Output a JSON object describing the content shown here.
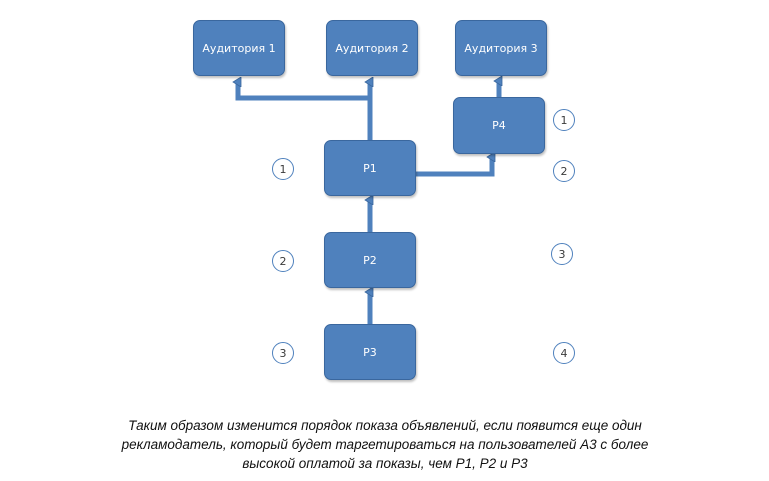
{
  "boxes": {
    "aud1": "Аудитория 1",
    "aud2": "Аудитория 2",
    "aud3": "Аудитория 3",
    "p1": "P1",
    "p2": "P2",
    "p3": "P3",
    "p4": "P4"
  },
  "left_positions": [
    "1",
    "2",
    "3"
  ],
  "right_positions": [
    "1",
    "2",
    "3",
    "4"
  ],
  "caption": {
    "line1": "Таким образом изменится порядок показа объявлений, если появится еще один",
    "line2": "рекламодатель, который будет таргетироваться на пользователей А3 с более",
    "line3": "высокой оплатой за показы, чем P1, P2 и P3"
  },
  "colors": {
    "box_fill": "#4f81bd",
    "box_border": "#3a679e",
    "badge_border": "#4f81bd"
  }
}
